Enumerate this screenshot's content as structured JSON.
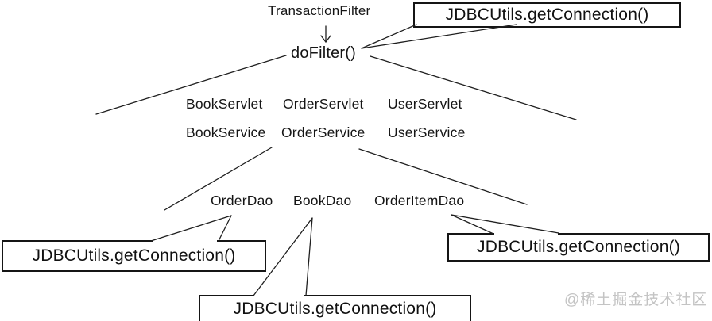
{
  "diagram": {
    "filter_class": "TransactionFilter",
    "filter_method": "doFilter()",
    "servlets": [
      "BookServlet",
      "OrderServlet",
      "UserServlet"
    ],
    "services": [
      "BookService",
      "OrderService",
      "UserService"
    ],
    "daos": [
      "OrderDao",
      "BookDao",
      "OrderItemDao"
    ],
    "callouts": {
      "top": "JDBCUtils.getConnection()",
      "bottom_left": "JDBCUtils.getConnection()",
      "bottom_middle": "JDBCUtils.getConnection()",
      "right": "JDBCUtils.getConnection()"
    },
    "watermark": "@稀土掘金技术社区",
    "colors": {
      "line": "#1f1f1f",
      "text": "#111111",
      "watermark": "#c4c4c4",
      "background": "#ffffff"
    }
  }
}
